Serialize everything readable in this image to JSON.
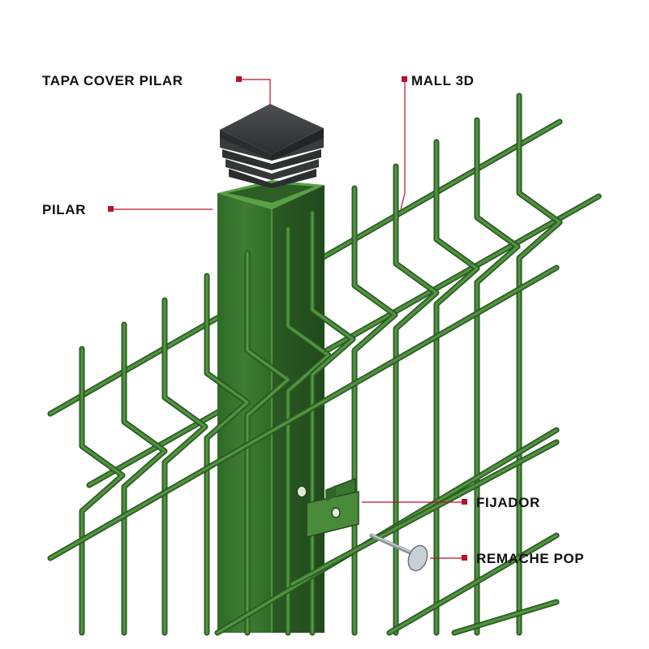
{
  "labels": {
    "cap": "TAPA COVER PILAR",
    "mesh": "MALL 3D",
    "post": "PILAR",
    "clamp": "FIJADOR",
    "rivet": "REMACHE POP"
  },
  "colors": {
    "wire": "#3c7a31",
    "wire_light": "#5f9d4a",
    "wire_dark": "#234e1d",
    "post_face": "#3e7a33",
    "post_side": "#2b5a24",
    "post_top": "#5aa045",
    "cap": "#3a3d3f",
    "cap_top": "#4a4e51",
    "leader": "#b5122b",
    "text": "#111111"
  },
  "icons": [
    "leader-dot-marker"
  ]
}
